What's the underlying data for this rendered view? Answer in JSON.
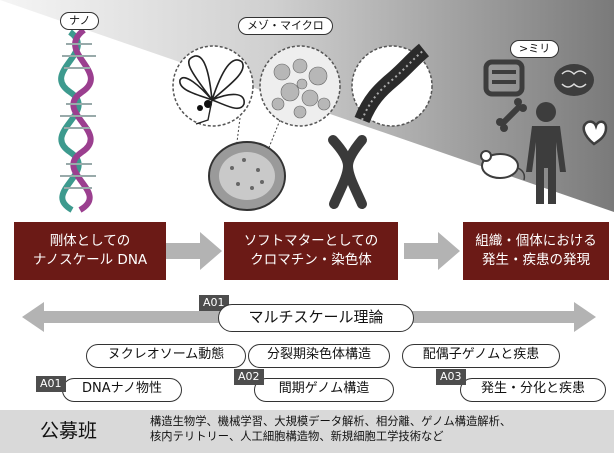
{
  "scale_labels": {
    "nano": "ナノ",
    "meso_micro": "メゾ・マイクロ",
    "milli": ">ミリ"
  },
  "boxes": {
    "nano": {
      "line1": "剛体としての",
      "line2": "ナノスケール DNA"
    },
    "meso": {
      "line1": "ソフトマターとしての",
      "line2": "クロマチン・染色体"
    },
    "milli": {
      "line1": "組織・個体における",
      "line2": "発生・疾患の発現"
    }
  },
  "theory": {
    "badge": "A01",
    "label": "マルチスケール理論"
  },
  "groups": {
    "a01": {
      "badge": "A01",
      "label": "DNAナノ物性",
      "upper": "ヌクレオソーム動態"
    },
    "a02": {
      "badge": "A02",
      "label": "間期ゲノム構造",
      "upper": "分裂期染色体構造"
    },
    "a03": {
      "badge": "A03",
      "label": "発生・分化と疾患",
      "upper": "配偶子ゲノムと疾患"
    }
  },
  "recruit": {
    "title": "公募班",
    "line1": "構造生物学、機械学習、大規模データ解析、相分離、ゲノム構造解析、",
    "line2": "核内テリトリー、人工細胞構造物、新規細胞工学技術など"
  },
  "colors": {
    "brown": "#6b1a16",
    "arrow_grey": "#b3b3b3",
    "badge_grey": "#4d4d4d",
    "recruit_bg": "#d9d9d9",
    "dna_teal": "#3d9a8e",
    "dna_magenta": "#9b3f8f"
  },
  "icons": [
    "dna-helix-icon",
    "chromatin-loop-icon",
    "condensate-icon",
    "chromatin-fiber-icon",
    "nucleus-icon",
    "chromosome-icon",
    "intestine-icon",
    "brain-icon",
    "bone-icon",
    "heart-icon",
    "mouse-icon",
    "human-silhouette-icon"
  ]
}
